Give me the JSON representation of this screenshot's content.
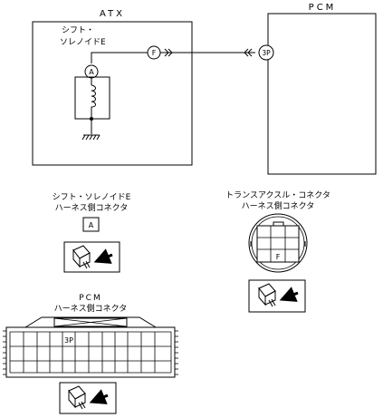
{
  "title": "",
  "atx": {
    "label": "ATX",
    "component_line1": "シフト・",
    "component_line2": "ソレノイドE",
    "terminal": "A",
    "junction": "F"
  },
  "pcm": {
    "label": "PCM",
    "terminal": "3P"
  },
  "solenoid_connector": {
    "title_line1": "シフト・ソレノイドE",
    "title_line2": "ハーネス側コネクタ",
    "terminal": "A"
  },
  "transaxle_connector": {
    "title_line1": "トランスアクスル・コネクタ",
    "title_line2": "ハーネス側コネクタ",
    "terminal": "F"
  },
  "pcm_connector": {
    "title_line1": "PCM",
    "title_line2": "ハーネス側コネクタ",
    "terminal": "3P"
  }
}
